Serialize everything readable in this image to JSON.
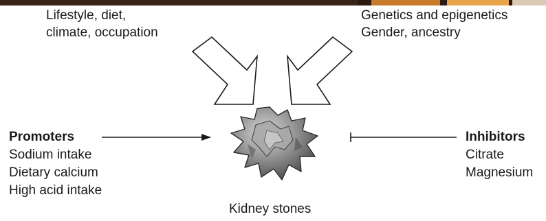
{
  "diagram": {
    "top_left_factors": {
      "line1": "Lifestyle, diet,",
      "line2": "climate, occupation"
    },
    "top_right_factors": {
      "line1": "Genetics and epigenetics",
      "line2": "Gender, ancestry"
    },
    "promoters": {
      "heading": "Promoters",
      "items": [
        "Sodium intake",
        "Dietary calcium",
        "High acid intake"
      ]
    },
    "inhibitors": {
      "heading": "Inhibitors",
      "items": [
        "Citrate",
        "Magnesium"
      ]
    },
    "center_label": "Kidney stones"
  },
  "colors": {
    "stone_fill": "#8a8a8a",
    "stone_dark": "#555555",
    "stone_light": "#c4c4c4",
    "line": "#1a1a1a",
    "text": "#1a1a1a"
  }
}
